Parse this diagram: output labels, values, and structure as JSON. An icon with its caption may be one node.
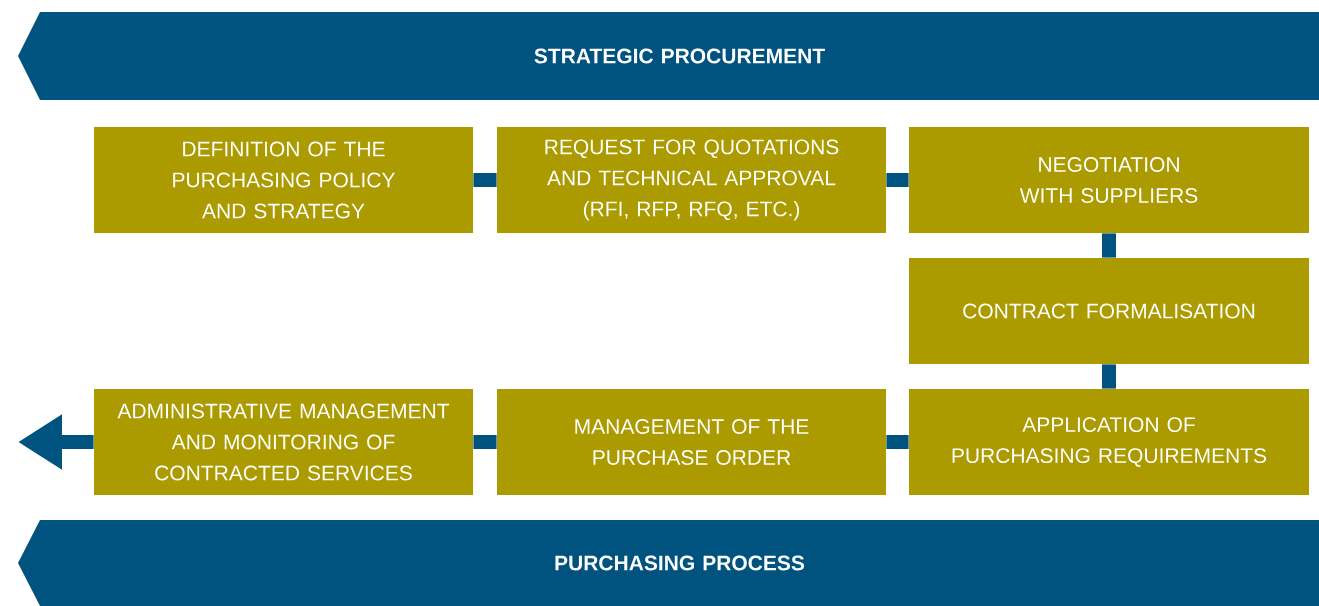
{
  "diagram": {
    "nodes": [
      {
        "text": [
          "STRATEGIC PROCUREMENT"
        ]
      },
      {
        "text": [
          "DEFINITION OF THE PURCHASING POLICY AND STRATEGY"
        ]
      },
      {
        "text": [
          "REQUEST FOR QUOTATIONS AND TECHNICAL APPROVAL (RFI, RFP, RFQ, ETC.)"
        ]
      },
      {
        "text": [
          "NEGOTIATION WITH SUPPLIERS"
        ]
      },
      {
        "text": [
          "CONTRACT FORMALISATION"
        ]
      },
      {
        "text": [
          "APPLICATION OF PURCHASING REQUIREMENTS"
        ]
      },
      {
        "text": [
          "MANAGEMENT OF THE PURCHASE ORDER"
        ]
      },
      {
        "text": [
          "ADMINISTRATIVE MANAGEMENT AND MONITORING OF CONTRACTED SERVICES"
        ]
      },
      {
        "text": [
          "PURCHASING PROCESS"
        ]
      }
    ],
    "edges": [
      {
        "from": 1,
        "to": 2,
        "arrow": "none"
      },
      {
        "from": 2,
        "to": 3,
        "arrow": "none"
      },
      {
        "from": 3,
        "to": 4,
        "arrow": "none"
      },
      {
        "from": 4,
        "to": 5,
        "arrow": "none"
      },
      {
        "from": 5,
        "to": 6,
        "arrow": "none"
      },
      {
        "from": 6,
        "to": 7,
        "arrow": "none"
      },
      {
        "from": 7,
        "to": null,
        "arrow": "to"
      }
    ]
  }
}
